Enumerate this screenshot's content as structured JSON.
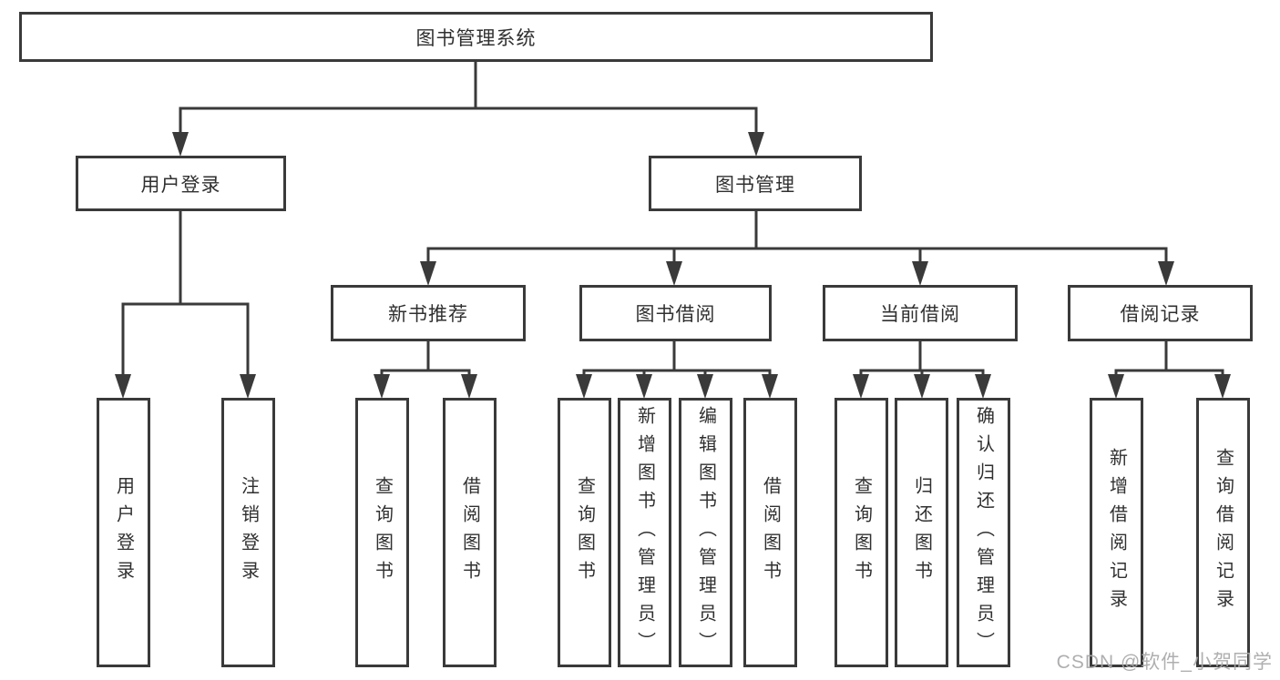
{
  "diagram": {
    "type": "hierarchy-tree",
    "colors": {
      "line": "#3a3a3a",
      "box_border": "#3a3a3a",
      "box_fill": "#ffffff",
      "text": "#303030",
      "background": "#ffffff",
      "watermark": "#a8a8aa"
    }
  },
  "tree": {
    "root": {
      "label": "图书管理系统",
      "children": [
        {
          "label": "用户登录",
          "children": [
            {
              "label": "用户登录"
            },
            {
              "label": "注销登录"
            }
          ]
        },
        {
          "label": "图书管理",
          "children": [
            {
              "label": "新书推荐",
              "children": [
                {
                  "label": "查询图书"
                },
                {
                  "label": "借阅图书"
                }
              ]
            },
            {
              "label": "图书借阅",
              "children": [
                {
                  "label": "查询图书"
                },
                {
                  "label": "新增图书（管理员）"
                },
                {
                  "label": "编辑图书（管理员）"
                },
                {
                  "label": "借阅图书"
                }
              ]
            },
            {
              "label": "当前借阅",
              "children": [
                {
                  "label": "查询图书"
                },
                {
                  "label": "归还图书"
                },
                {
                  "label": "确认归还（管理员）"
                }
              ]
            },
            {
              "label": "借阅记录",
              "children": [
                {
                  "label": "新增借阅记录"
                },
                {
                  "label": "查询借阅记录"
                }
              ]
            }
          ]
        }
      ]
    }
  },
  "watermark": {
    "text": "CSDN @软件_小贺同学"
  }
}
